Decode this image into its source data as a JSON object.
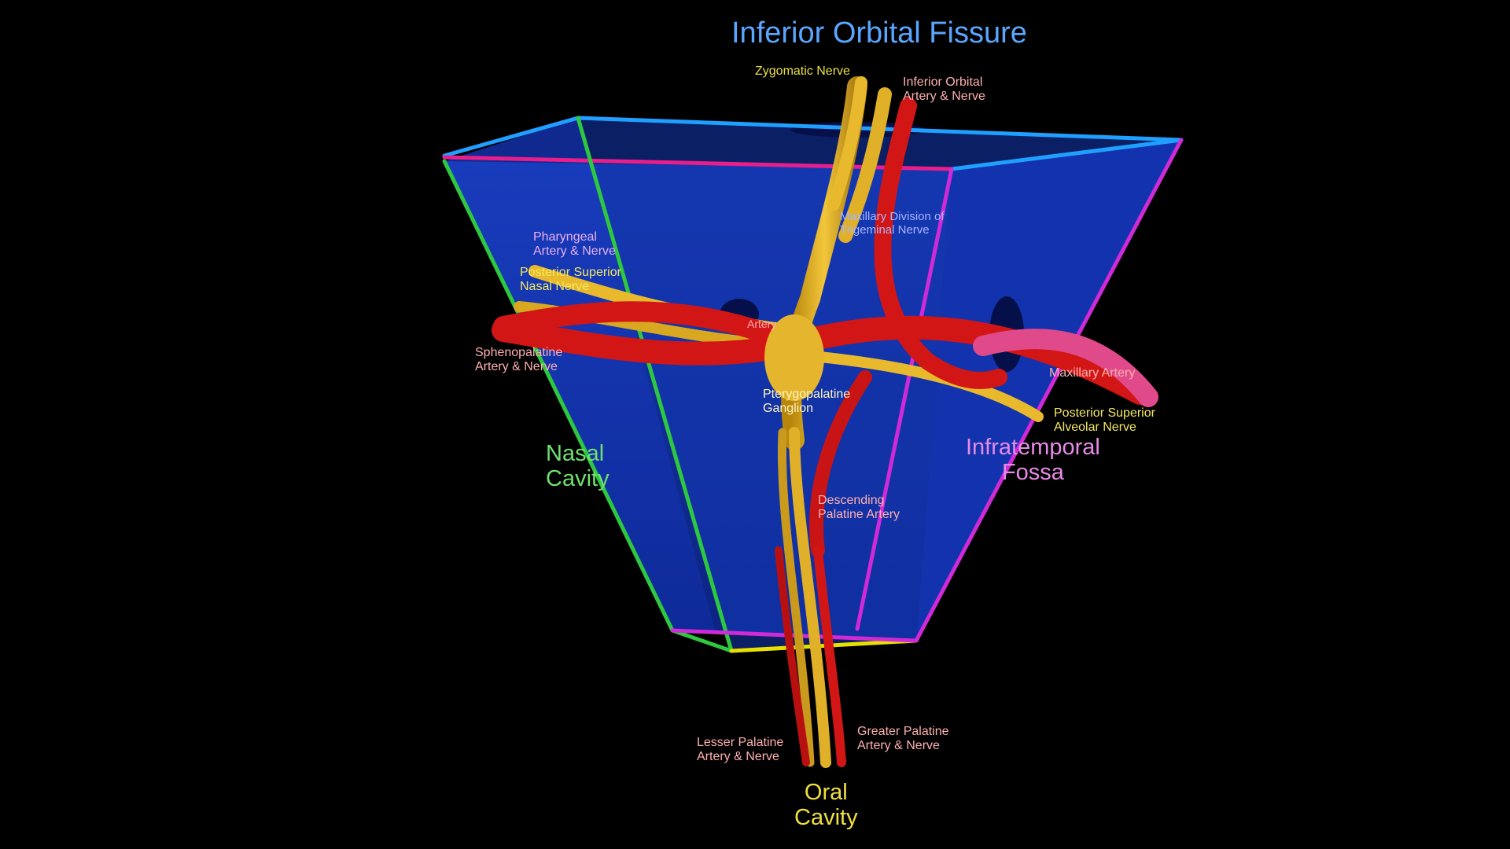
{
  "colors": {
    "background": "#000000",
    "box_fill": "#1638b8",
    "nerve": "#e8b92c",
    "artery": "#d21616",
    "edge_blue": "#1fa0ff",
    "edge_green": "#2ec840",
    "edge_magenta": "#d02ad8",
    "edge_yellow": "#e8e000"
  },
  "regions": {
    "top": "Inferior Orbital Fissure",
    "left": "Nasal\nCavity",
    "right": "Infratemporal\nFossa",
    "bottom": "Oral\nCavity"
  },
  "labels": {
    "zygomatic_nerve": "Zygomatic Nerve",
    "inferior_orbital": "Inferior Orbital\nArtery & Nerve",
    "maxillary_division": "Maxillary Division of\nTrigeminal Nerve",
    "pharyngeal": "Pharyngeal\nArtery & Nerve",
    "posterior_superior_nasal": "Posterior Superior\nNasal Nerve",
    "sphenopalatine": "Sphenopalatine\nArtery & Nerve",
    "artery_mid": "Artery",
    "pterygopalatine_ganglion": "Pterygopalatine\nGanglion",
    "maxillary_artery": "Maxillary Artery",
    "posterior_superior_alveolar": "Posterior Superior\nAlveolar Nerve",
    "descending_palatine": "Descending\nPalatine Artery",
    "lesser_palatine": "Lesser Palatine\nArtery & Nerve",
    "greater_palatine": "Greater Palatine\nArtery & Nerve"
  }
}
